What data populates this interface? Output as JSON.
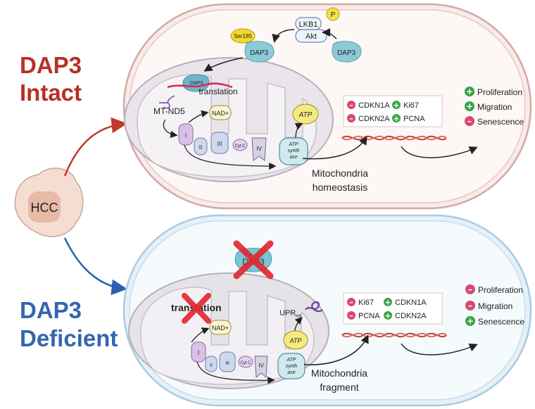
{
  "colors": {
    "intact_red": "#b83027",
    "deficient_blue": "#3565b0",
    "cell_pink": "#f7e9e7",
    "cell_blue": "#e7f2f9",
    "plus_green": "#3aa345",
    "minus_pink": "#d64a73"
  },
  "hcc": {
    "label": "HCC"
  },
  "intact": {
    "title_line1": "DAP3",
    "title_line2": "Intact",
    "lkb1": "LKB1",
    "akt": "Akt",
    "p": "P",
    "dap3_left": "DAP3",
    "dap3_right": "DAP3",
    "ser185": "Ser185",
    "dap3_mito": "DAP3",
    "translation": "translation",
    "mt_nd5": "MT-ND5",
    "nadh": "NAD+",
    "atp": "ATP",
    "complexes": [
      "I",
      "II",
      "III",
      "Cyt C",
      "IV"
    ],
    "atp_synthase": [
      "ATP",
      "synth",
      "ase"
    ],
    "genes": [
      {
        "name": "CDKN1A",
        "sign": "minus"
      },
      {
        "name": "Ki67",
        "sign": "plus"
      },
      {
        "name": "CDKN2A",
        "sign": "minus"
      },
      {
        "name": "PCNA",
        "sign": "plus"
      }
    ],
    "mito_label": [
      "Mitochondria",
      "homeostasis"
    ],
    "outcomes": [
      {
        "name": "Proliferation",
        "sign": "plus"
      },
      {
        "name": "Migration",
        "sign": "plus"
      },
      {
        "name": "Senescence",
        "sign": "minus"
      }
    ]
  },
  "deficient": {
    "title_line1": "DAP3",
    "title_line2": "Deficient",
    "dap3": "DAP3",
    "translation": "translation",
    "nadh": "NAD+",
    "upr": "UPR",
    "upr_sub": "mt",
    "atp": "ATP",
    "complexes": [
      "I",
      "II",
      "III",
      "Cyt C",
      "IV"
    ],
    "atp_synthase": [
      "ATP",
      "synth",
      "ase"
    ],
    "genes": [
      {
        "name": "Ki67",
        "sign": "minus"
      },
      {
        "name": "CDKN1A",
        "sign": "plus"
      },
      {
        "name": "PCNA",
        "sign": "minus"
      },
      {
        "name": "CDKN2A",
        "sign": "plus"
      }
    ],
    "mito_label": [
      "Mitochondria",
      "fragment"
    ],
    "outcomes": [
      {
        "name": "Proliferation",
        "sign": "minus"
      },
      {
        "name": "Migration",
        "sign": "minus"
      },
      {
        "name": "Senescence",
        "sign": "plus"
      }
    ]
  }
}
